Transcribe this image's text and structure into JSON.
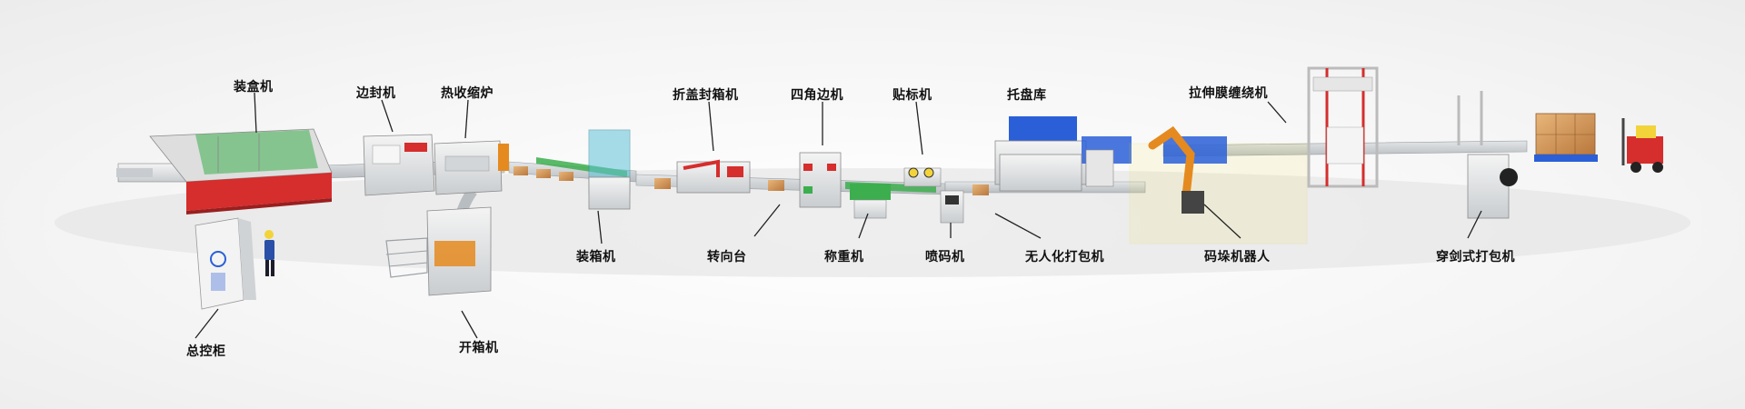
{
  "labels": {
    "cartoner": "装盒机",
    "side_sealer": "边封机",
    "shrink_tunnel": "热收缩炉",
    "folding_sealer": "折盖封箱机",
    "corner_sealer": "四角边机",
    "labeler": "贴标机",
    "pallet_magazine": "托盘库",
    "stretch_wrapper": "拉伸膜缠绕机",
    "control_cabinet": "总控柜",
    "case_erector": "开箱机",
    "case_packer": "装箱机",
    "turning_table": "转向台",
    "weigher": "称重机",
    "coder": "喷码机",
    "auto_strapper": "无人化打包机",
    "palletizing_robot": "码垛机器人",
    "through_strapper": "穿剑式打包机"
  },
  "colors": {
    "conveyor": "#cfd3d6",
    "frame": "#e6e6e6",
    "accent_red": "#d62d2d",
    "accent_green": "#3cae4e",
    "accent_blue": "#2a5fd8",
    "accent_orange": "#e58a1f",
    "safety_yellow": "#f2e24a",
    "carton": "#d49a5a"
  }
}
